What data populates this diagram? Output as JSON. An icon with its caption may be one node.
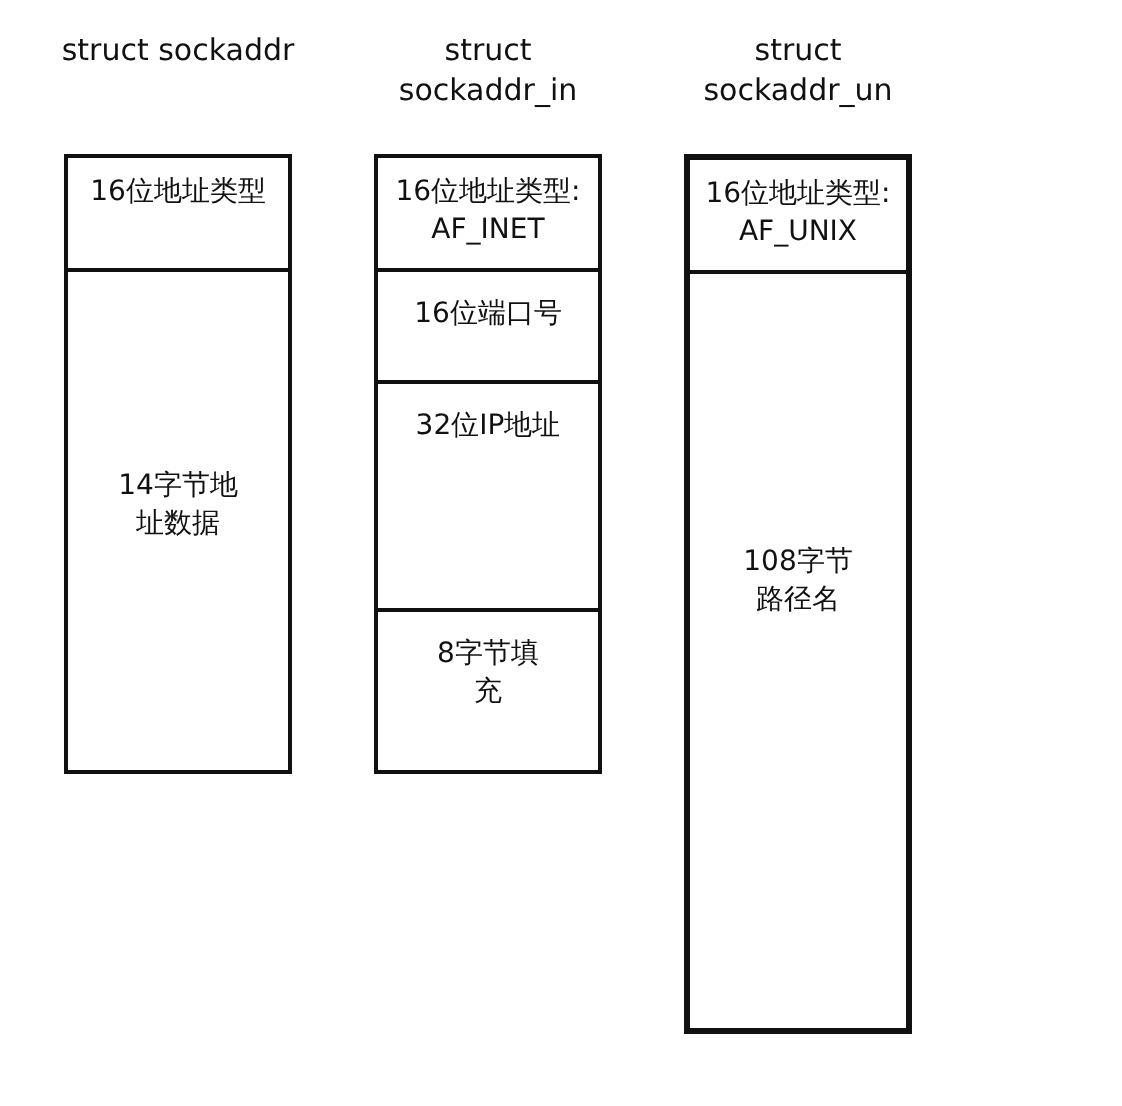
{
  "diagram": {
    "nodes": [
      {
        "text": [
          "struct sockaddr"
        ]
      },
      {
        "text": [
          "16位地址类型"
        ],
        "in": 0
      },
      {
        "text": [
          "14字节地址数据"
        ],
        "in": 0
      },
      {
        "text": [
          "struct sockaddr_in"
        ]
      },
      {
        "text": [
          "16位地址类型: AF_INET"
        ],
        "in": 3
      },
      {
        "text": [
          "16位端口号"
        ],
        "in": 3
      },
      {
        "text": [
          "32位IP地址"
        ],
        "in": 3
      },
      {
        "text": [
          "8字节填充"
        ],
        "in": 3
      },
      {
        "text": [
          "struct sockaddr_un"
        ]
      },
      {
        "text": [
          "16位地址类型: AF_UNIX"
        ],
        "in": 8
      },
      {
        "text": [
          "108字节路径名"
        ],
        "in": 8
      }
    ]
  }
}
